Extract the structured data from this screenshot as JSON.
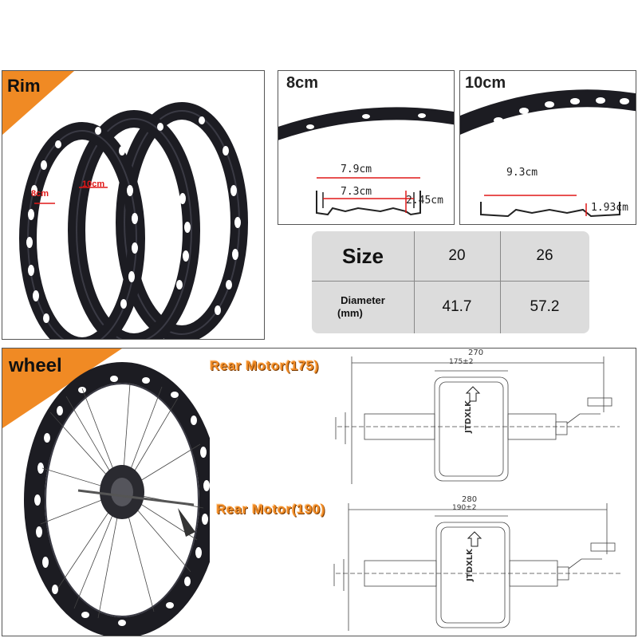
{
  "rim_panel": {
    "tag": "Rim",
    "label_8cm": "8cm",
    "label_10cm": "10cm"
  },
  "profile_8cm": {
    "title": "8cm",
    "outer_width": "7.9cm",
    "inner_width": "7.3cm",
    "height": "2.45cm"
  },
  "profile_10cm": {
    "title": "10cm",
    "width": "9.3cm",
    "height": "1.93cm"
  },
  "size_table": {
    "header_label": "Size",
    "row_label_line1": "Diameter",
    "row_label_line2": "(mm)",
    "sizes": [
      "20",
      "26"
    ],
    "diameters": [
      "41.7",
      "57.2"
    ]
  },
  "wheel_panel": {
    "tag": "wheel"
  },
  "motor_175": {
    "title": "Rear Motor(175)",
    "overall_width": "270",
    "axle_width": "175±2",
    "brand": "JTDXLK"
  },
  "motor_190": {
    "title": "Rear Motor(190)",
    "overall_width": "280",
    "axle_width": "190±2",
    "brand": "JTDXLK"
  },
  "colors": {
    "accent_orange": "#f08a24",
    "table_bg": "#dcdcdc",
    "rim_black": "#1c1c22"
  }
}
